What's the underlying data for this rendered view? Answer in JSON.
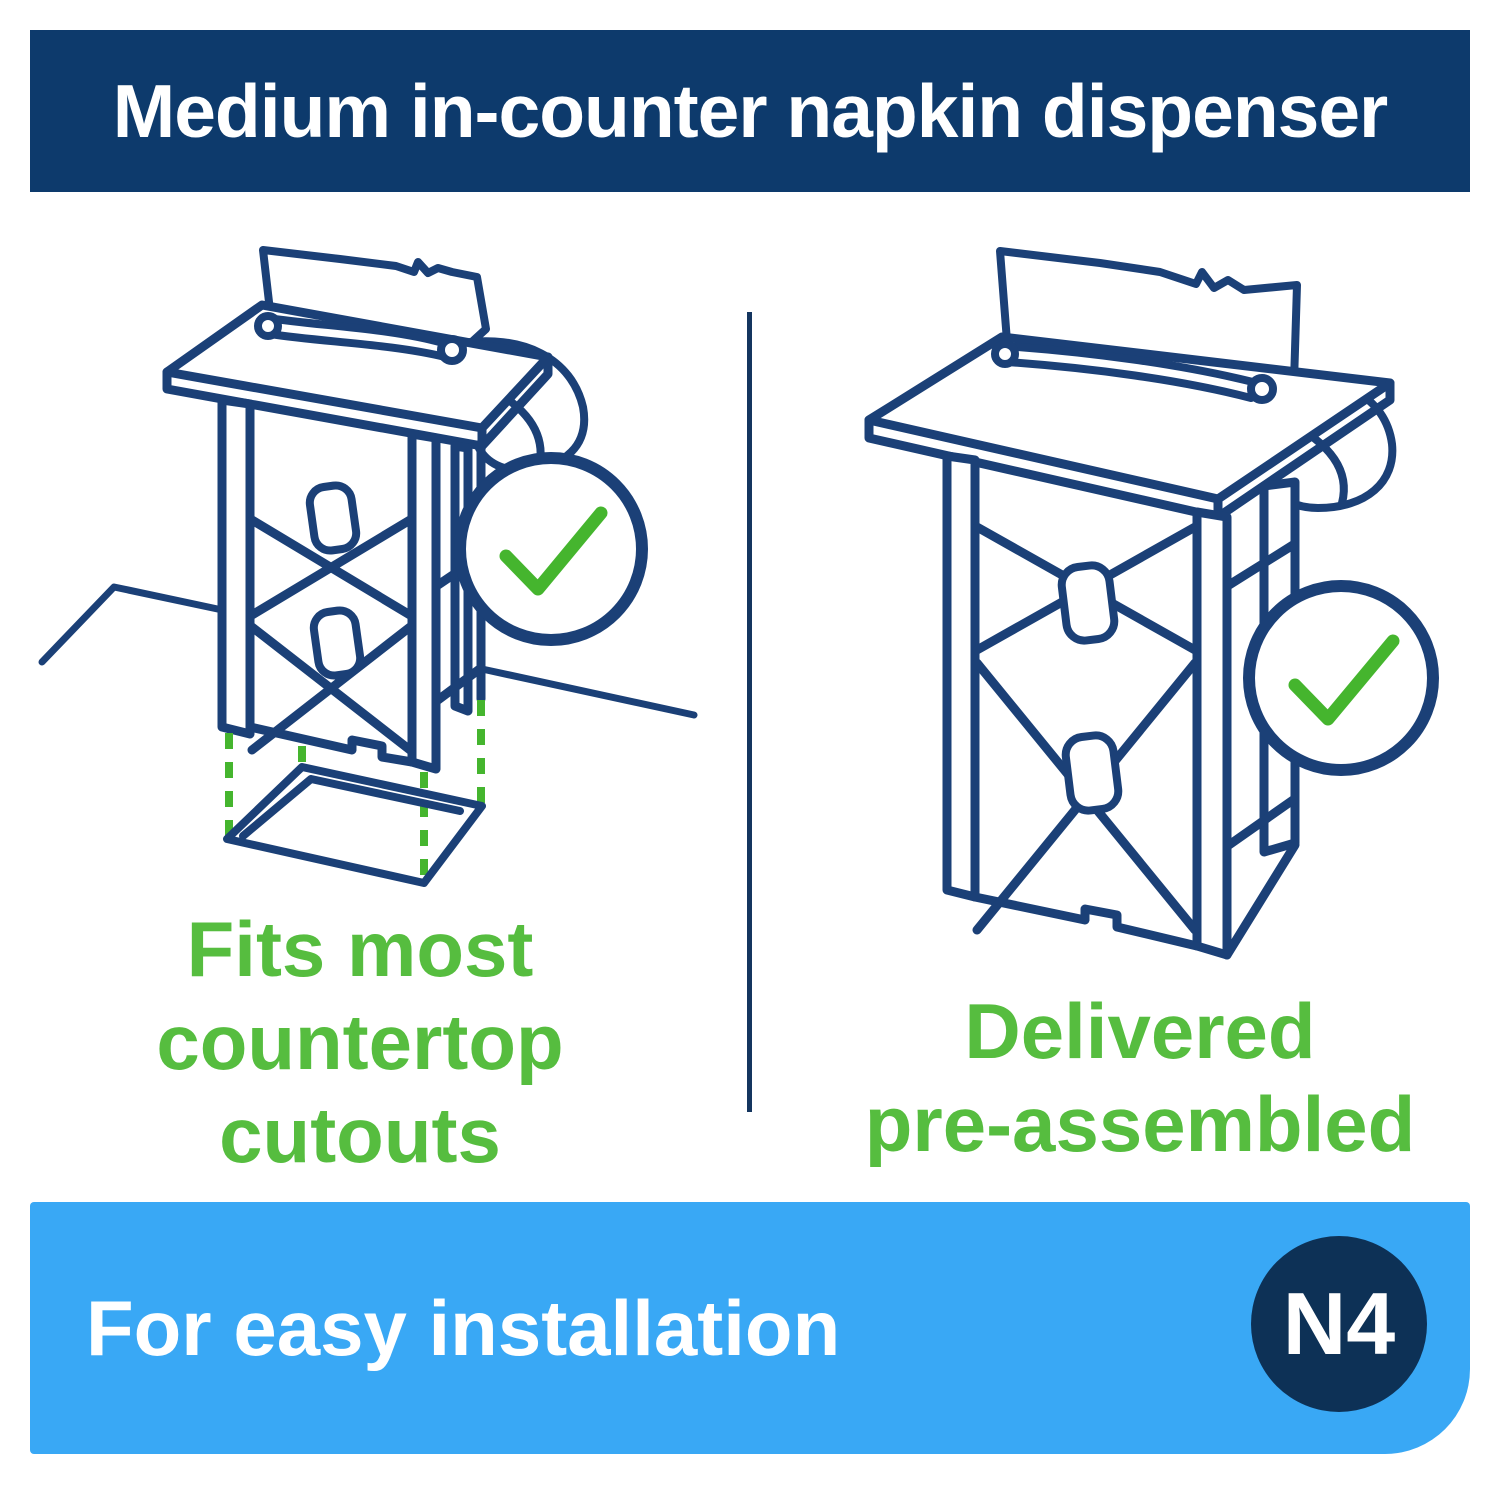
{
  "header": {
    "title": "Medium in-counter napkin dispenser"
  },
  "panels": {
    "left": {
      "caption_lines": [
        "Fits most",
        "countertop",
        "cutouts"
      ],
      "illustration": "in-counter napkin dispenser above a countertop cutout with green dashed alignment lines",
      "check_icon": "green-checkmark-in-navy-circle"
    },
    "right": {
      "caption_lines": [
        "Delivered",
        "pre-assembled"
      ],
      "illustration": "fully assembled in-counter napkin dispenser",
      "check_icon": "green-checkmark-in-navy-circle"
    }
  },
  "footer": {
    "text": "For easy installation",
    "badge": "N4"
  },
  "colors": {
    "banner_navy": "#0d3a6c",
    "line_navy": "#1b4077",
    "footer_blue": "#39a8f5",
    "caption_green": "#56bd3f",
    "accent_green": "#45b52e",
    "badge_navy": "#0d3156",
    "text_white": "#ffffff"
  }
}
